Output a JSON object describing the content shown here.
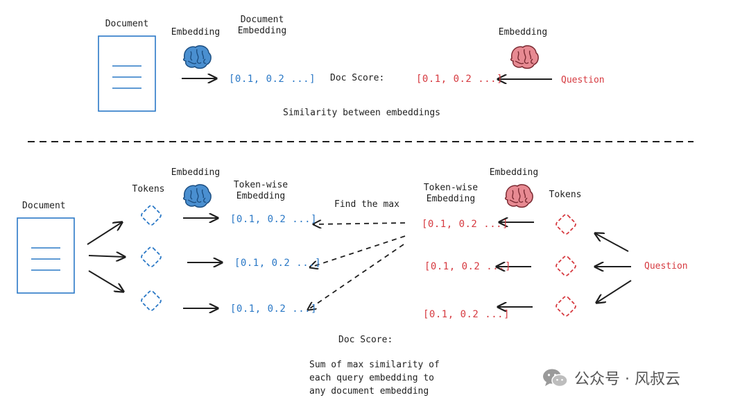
{
  "colors": {
    "doc": "#2a78c6",
    "query": "#d63a40",
    "ink": "#1f1f1f",
    "brain_doc": "#4a8fd0",
    "brain_query": "#e78a92"
  },
  "top": {
    "document_label": "Document",
    "embedding_label": "Embedding",
    "document_embedding_label": "Document Embedding",
    "doc_vector": "[0.1, 0.2 ...]",
    "doc_score_label": "Doc Score:",
    "query_vector": "[0.1, 0.2 ...]",
    "query_embedding_label": "Embedding",
    "question_label": "Question",
    "similarity_note": "Similarity between embeddings"
  },
  "bottom": {
    "document_label": "Document",
    "tokens_label": "Tokens",
    "embedding_label": "Embedding",
    "tokenwise_label": "Token-wise Embedding",
    "doc_vectors": [
      "[0.1, 0.2 ...]",
      "[0.1, 0.2 ...]",
      "[0.1, 0.2 ...]"
    ],
    "find_max_label": "Find the max",
    "query_tokenwise_label": "Token-wise Embedding",
    "query_embedding_label": "Embedding",
    "query_tokens_label": "Tokens",
    "query_vectors": [
      "[0.1, 0.2 ...]",
      "[0.1, 0.2 ...]",
      "[0.1, 0.2 ...]"
    ],
    "question_label": "Question",
    "doc_score_label": "Doc Score:",
    "score_note": [
      "Sum of max similarity of",
      "each query embedding to",
      "any document embedding"
    ]
  },
  "watermark": {
    "icon": "wechat-icon",
    "text": "公众号 · 风叔云"
  }
}
